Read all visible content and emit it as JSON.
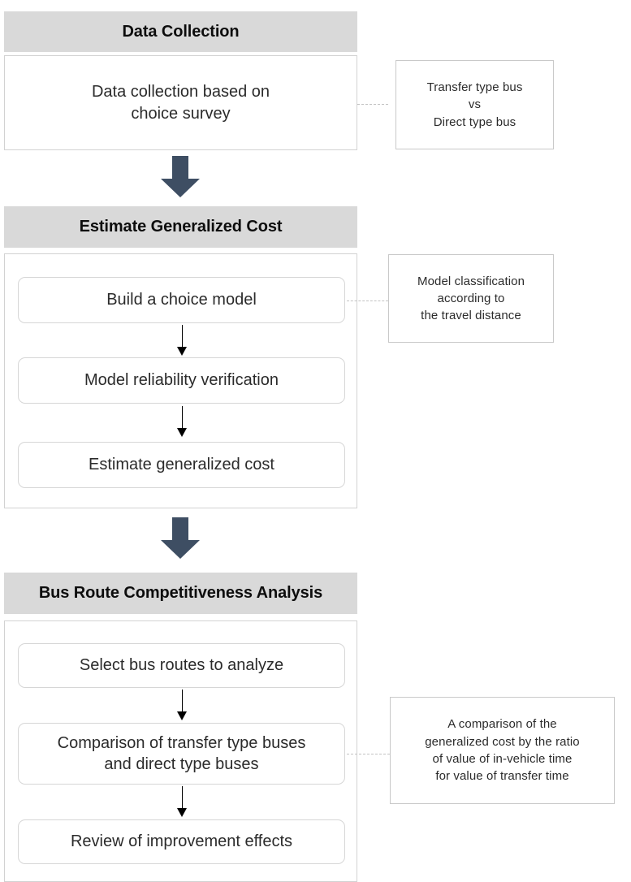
{
  "diagram": {
    "title": "Bus route competitiveness analysis research flow",
    "colors": {
      "band_fill": "#d9d9d9",
      "block_arrow": "#3e4e63",
      "box_border": "#d6d6d6",
      "leader_line": "#c3c3c3",
      "text": "#2b2b2b"
    },
    "stages": [
      {
        "id": "data-collection",
        "header": "Data Collection",
        "steps": [
          {
            "id": "data-collection-step",
            "text": "Data collection based on\nchoice survey"
          }
        ],
        "note": {
          "id": "note-bus-types",
          "text": "Transfer type bus\nvs\nDirect type bus"
        }
      },
      {
        "id": "estimate-generalized-cost",
        "header": "Estimate Generalized Cost",
        "steps": [
          {
            "id": "build-choice-model",
            "text": "Build a choice model"
          },
          {
            "id": "model-reliability-verification",
            "text": "Model reliability verification"
          },
          {
            "id": "estimate-generalized-cost",
            "text": "Estimate generalized cost"
          }
        ],
        "note": {
          "id": "note-model-classification",
          "text": "Model classification\naccording to\nthe travel distance"
        }
      },
      {
        "id": "bus-route-competitiveness-analysis",
        "header": "Bus Route Competitiveness Analysis",
        "steps": [
          {
            "id": "select-bus-routes",
            "text": "Select bus routes to analyze"
          },
          {
            "id": "compare-bus-types",
            "text": "Comparison of transfer type buses\nand direct type buses"
          },
          {
            "id": "review-improvement-effects",
            "text": "Review of improvement effects"
          }
        ],
        "note": {
          "id": "note-generalized-cost-ratio",
          "text": "A comparison of the\ngeneralized cost by the ratio\nof value of in-vehicle time\nfor value of transfer time"
        }
      }
    ],
    "connectors": {
      "stage_arrows": [
        "down-arrow-to-stage-2",
        "down-arrow-to-stage-3"
      ],
      "step_arrows": [
        "arrow-build-to-reliability",
        "arrow-reliability-to-estimate",
        "arrow-select-to-comparison",
        "arrow-comparison-to-review"
      ],
      "leaders": [
        "leader-data-collection-note",
        "leader-choice-model-note",
        "leader-comparison-note"
      ]
    }
  }
}
